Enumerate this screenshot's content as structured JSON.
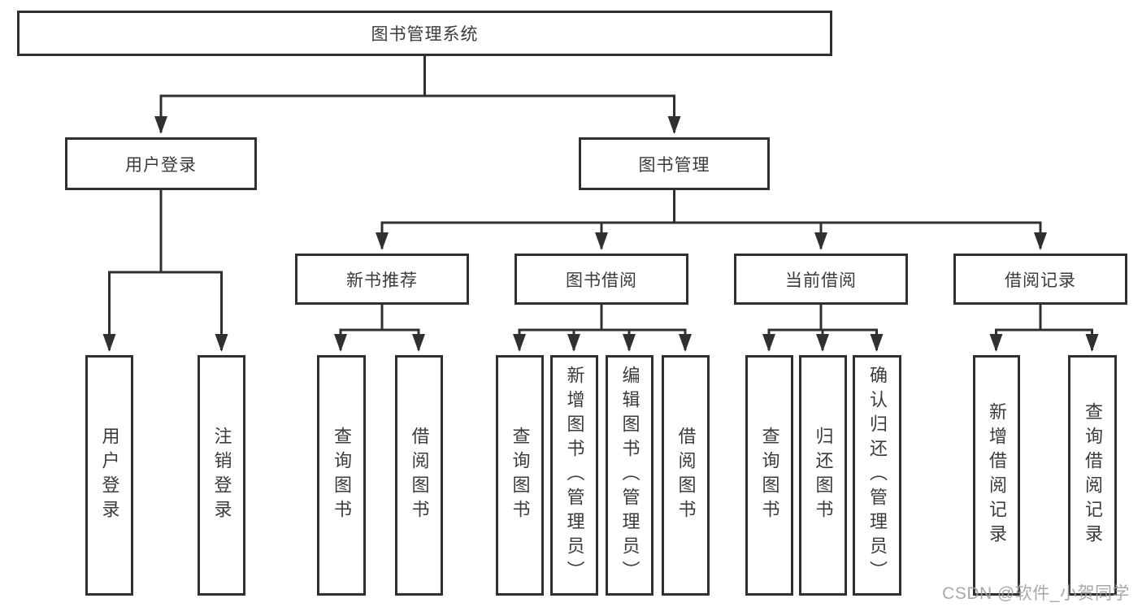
{
  "diagram_title": "图书管理系统",
  "nodes": {
    "root": {
      "label": "图书管理系统"
    },
    "level2": [
      {
        "label": "用户登录"
      },
      {
        "label": "图书管理"
      }
    ],
    "level3": [
      {
        "label": "新书推荐",
        "parent": "图书管理"
      },
      {
        "label": "图书借阅",
        "parent": "图书管理"
      },
      {
        "label": "当前借阅",
        "parent": "图书管理"
      },
      {
        "label": "借阅记录",
        "parent": "图书管理"
      }
    ],
    "leaves": [
      {
        "label": "用户登录",
        "parent": "用户登录"
      },
      {
        "label": "注销登录",
        "parent": "用户登录"
      },
      {
        "label": "查询图书",
        "parent": "新书推荐"
      },
      {
        "label": "借阅图书",
        "parent": "新书推荐"
      },
      {
        "label": "查询图书",
        "parent": "图书借阅"
      },
      {
        "label": "新增图书（管理员）",
        "parent": "图书借阅"
      },
      {
        "label": "编辑图书（管理员）",
        "parent": "图书借阅"
      },
      {
        "label": "借阅图书",
        "parent": "图书借阅"
      },
      {
        "label": "查询图书",
        "parent": "当前借阅"
      },
      {
        "label": "归还图书",
        "parent": "当前借阅"
      },
      {
        "label": "确认归还（管理员）",
        "parent": "当前借阅"
      },
      {
        "label": "新增借阅记录",
        "parent": "借阅记录"
      },
      {
        "label": "查询借阅记录",
        "parent": "借阅记录"
      }
    ]
  },
  "watermark": {
    "text": "CSDN @软件_小贺同学"
  },
  "colors": {
    "line": "#303030",
    "node_border": "#303030",
    "text": "#3b3b3b",
    "background": "#ffffff",
    "watermark": "#9e9e9e"
  }
}
